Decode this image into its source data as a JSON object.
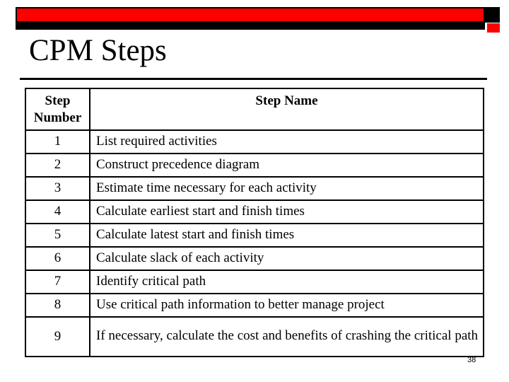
{
  "slide": {
    "title": "CPM Steps",
    "page_number": "38"
  },
  "colors": {
    "accent_red": "#fe0000",
    "bar_black": "#000000"
  },
  "table": {
    "headers": {
      "step_number": "Step Number",
      "step_name": "Step Name"
    },
    "rows": [
      {
        "number": "1",
        "name": "List required activities"
      },
      {
        "number": "2",
        "name": "Construct precedence diagram"
      },
      {
        "number": "3",
        "name": "Estimate time necessary for each activity"
      },
      {
        "number": "4",
        "name": "Calculate earliest start and finish times"
      },
      {
        "number": "5",
        "name": "Calculate latest start and finish times"
      },
      {
        "number": "6",
        "name": "Calculate slack of each activity"
      },
      {
        "number": "7",
        "name": "Identify critical path"
      },
      {
        "number": "8",
        "name": "Use critical path information to better manage project"
      },
      {
        "number": "9",
        "name": "If necessary, calculate the cost and benefits of crashing the critical path"
      }
    ]
  }
}
